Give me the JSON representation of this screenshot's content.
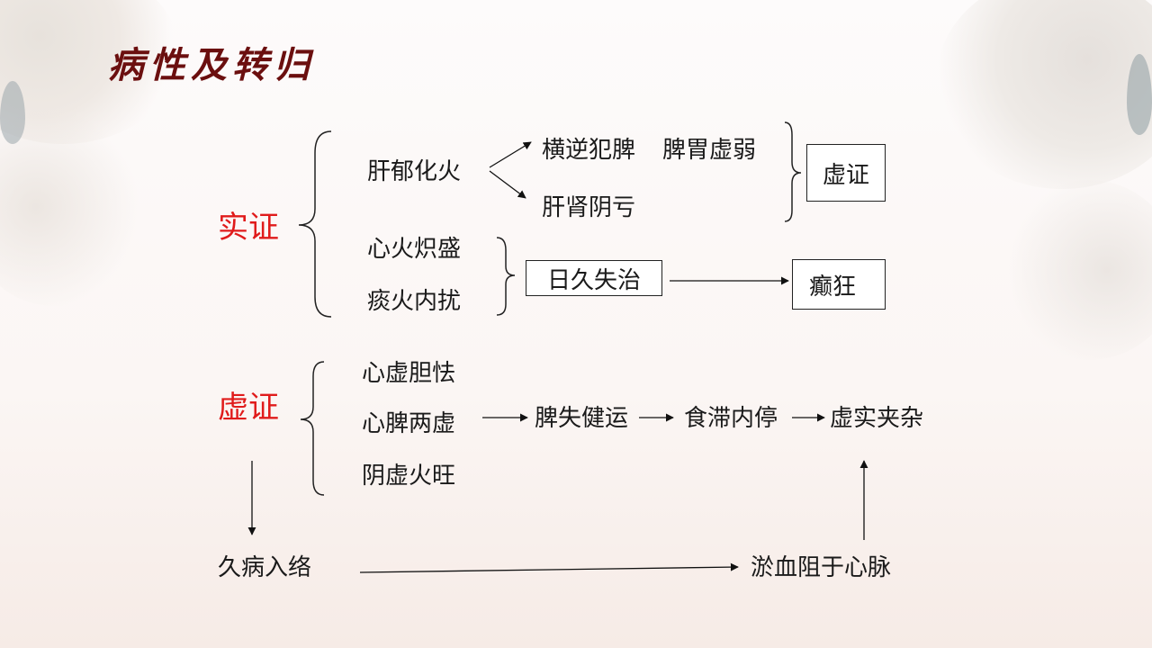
{
  "title": "病性及转归",
  "shi": {
    "label": "实证",
    "gan_yu": "肝郁化火",
    "heng_ni": "横逆犯脾",
    "pi_wei": "脾胃虚弱",
    "gan_shen": "肝肾阴亏",
    "xu_box": "虚证",
    "xin_huo": "心火炽盛",
    "tan_huo": "痰火内扰",
    "ri_jiu": "日久失治",
    "dian_kuang": "癫狂"
  },
  "xu": {
    "label": "虚证",
    "xin_xu": "心虚胆怯",
    "xin_pi": "心脾两虚",
    "yin_xu": "阴虚火旺",
    "pi_shi": "脾失健运",
    "shi_zhi": "食滞内停",
    "xu_shi": "虚实夹杂",
    "jiu_bing": "久病入络",
    "yu_xue": "淤血阻于心脉"
  }
}
